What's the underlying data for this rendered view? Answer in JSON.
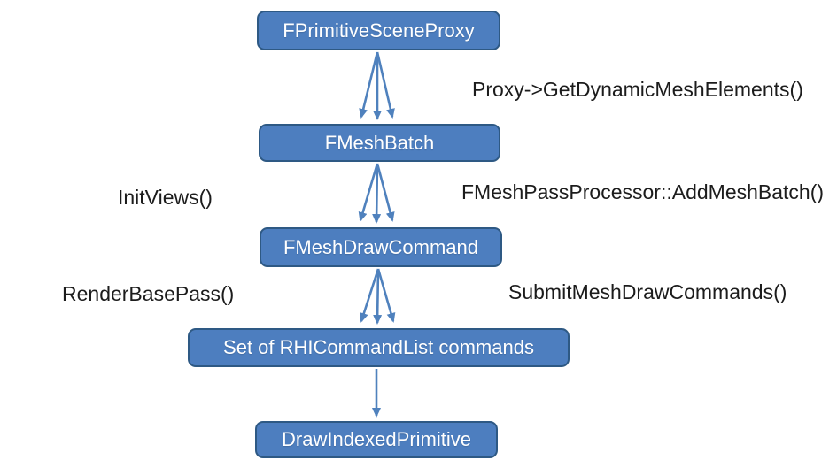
{
  "diagram": {
    "boxes": [
      {
        "id": "fprimitivesceneproxy",
        "label": "FPrimitiveSceneProxy"
      },
      {
        "id": "fmeshbatch",
        "label": "FMeshBatch"
      },
      {
        "id": "fmeshdrawcommand",
        "label": "FMeshDrawCommand"
      },
      {
        "id": "rhicommandlist-commands",
        "label": "Set of RHICommandList commands"
      },
      {
        "id": "drawindexedprimitive",
        "label": "DrawIndexedPrimitive"
      }
    ],
    "edge_labels": {
      "get_dynamic_mesh_elements": "Proxy->GetDynamicMeshElements()",
      "init_views": "InitViews()",
      "add_mesh_batch": "FMeshPassProcessor::AddMeshBatch()",
      "render_base_pass": "RenderBasePass()",
      "submit_mesh_draw_commands": "SubmitMeshDrawCommands()"
    },
    "edges": [
      {
        "from": "FPrimitiveSceneProxy",
        "to": "FMeshBatch",
        "style": "triple-arrow"
      },
      {
        "from": "FMeshBatch",
        "to": "FMeshDrawCommand",
        "style": "triple-arrow"
      },
      {
        "from": "FMeshDrawCommand",
        "to": "Set of RHICommandList commands",
        "style": "triple-arrow"
      },
      {
        "from": "Set of RHICommandList commands",
        "to": "DrawIndexedPrimitive",
        "style": "single-arrow"
      }
    ],
    "colors": {
      "box_fill": "#4d7ebf",
      "box_border": "#2e5984",
      "box_text": "#ffffff",
      "arrow": "#4f81bd",
      "label_text": "#1c1c1c",
      "background": "#ffffff"
    }
  }
}
